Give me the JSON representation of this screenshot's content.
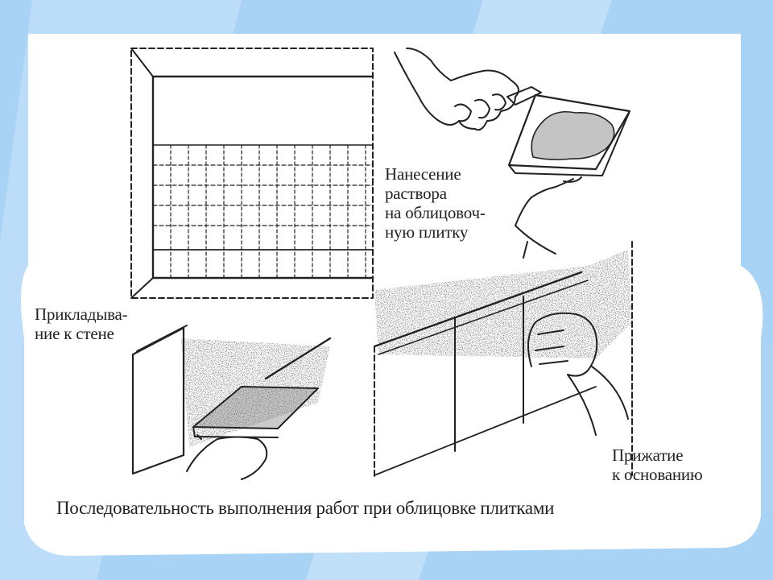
{
  "palette": {
    "sky": "#a9d3f5",
    "paper": "#ffffff",
    "ink": "#222222"
  },
  "labels": {
    "apply_mortar": "Нанесение\nраствора\nна облицовоч-\nную плитку",
    "apply_to_wall": "Прикладыва-\nние к стене",
    "press_to_base": "Прижатие\nк основанию"
  },
  "caption": "Последовательность выполнения работ при облицовке плитками"
}
